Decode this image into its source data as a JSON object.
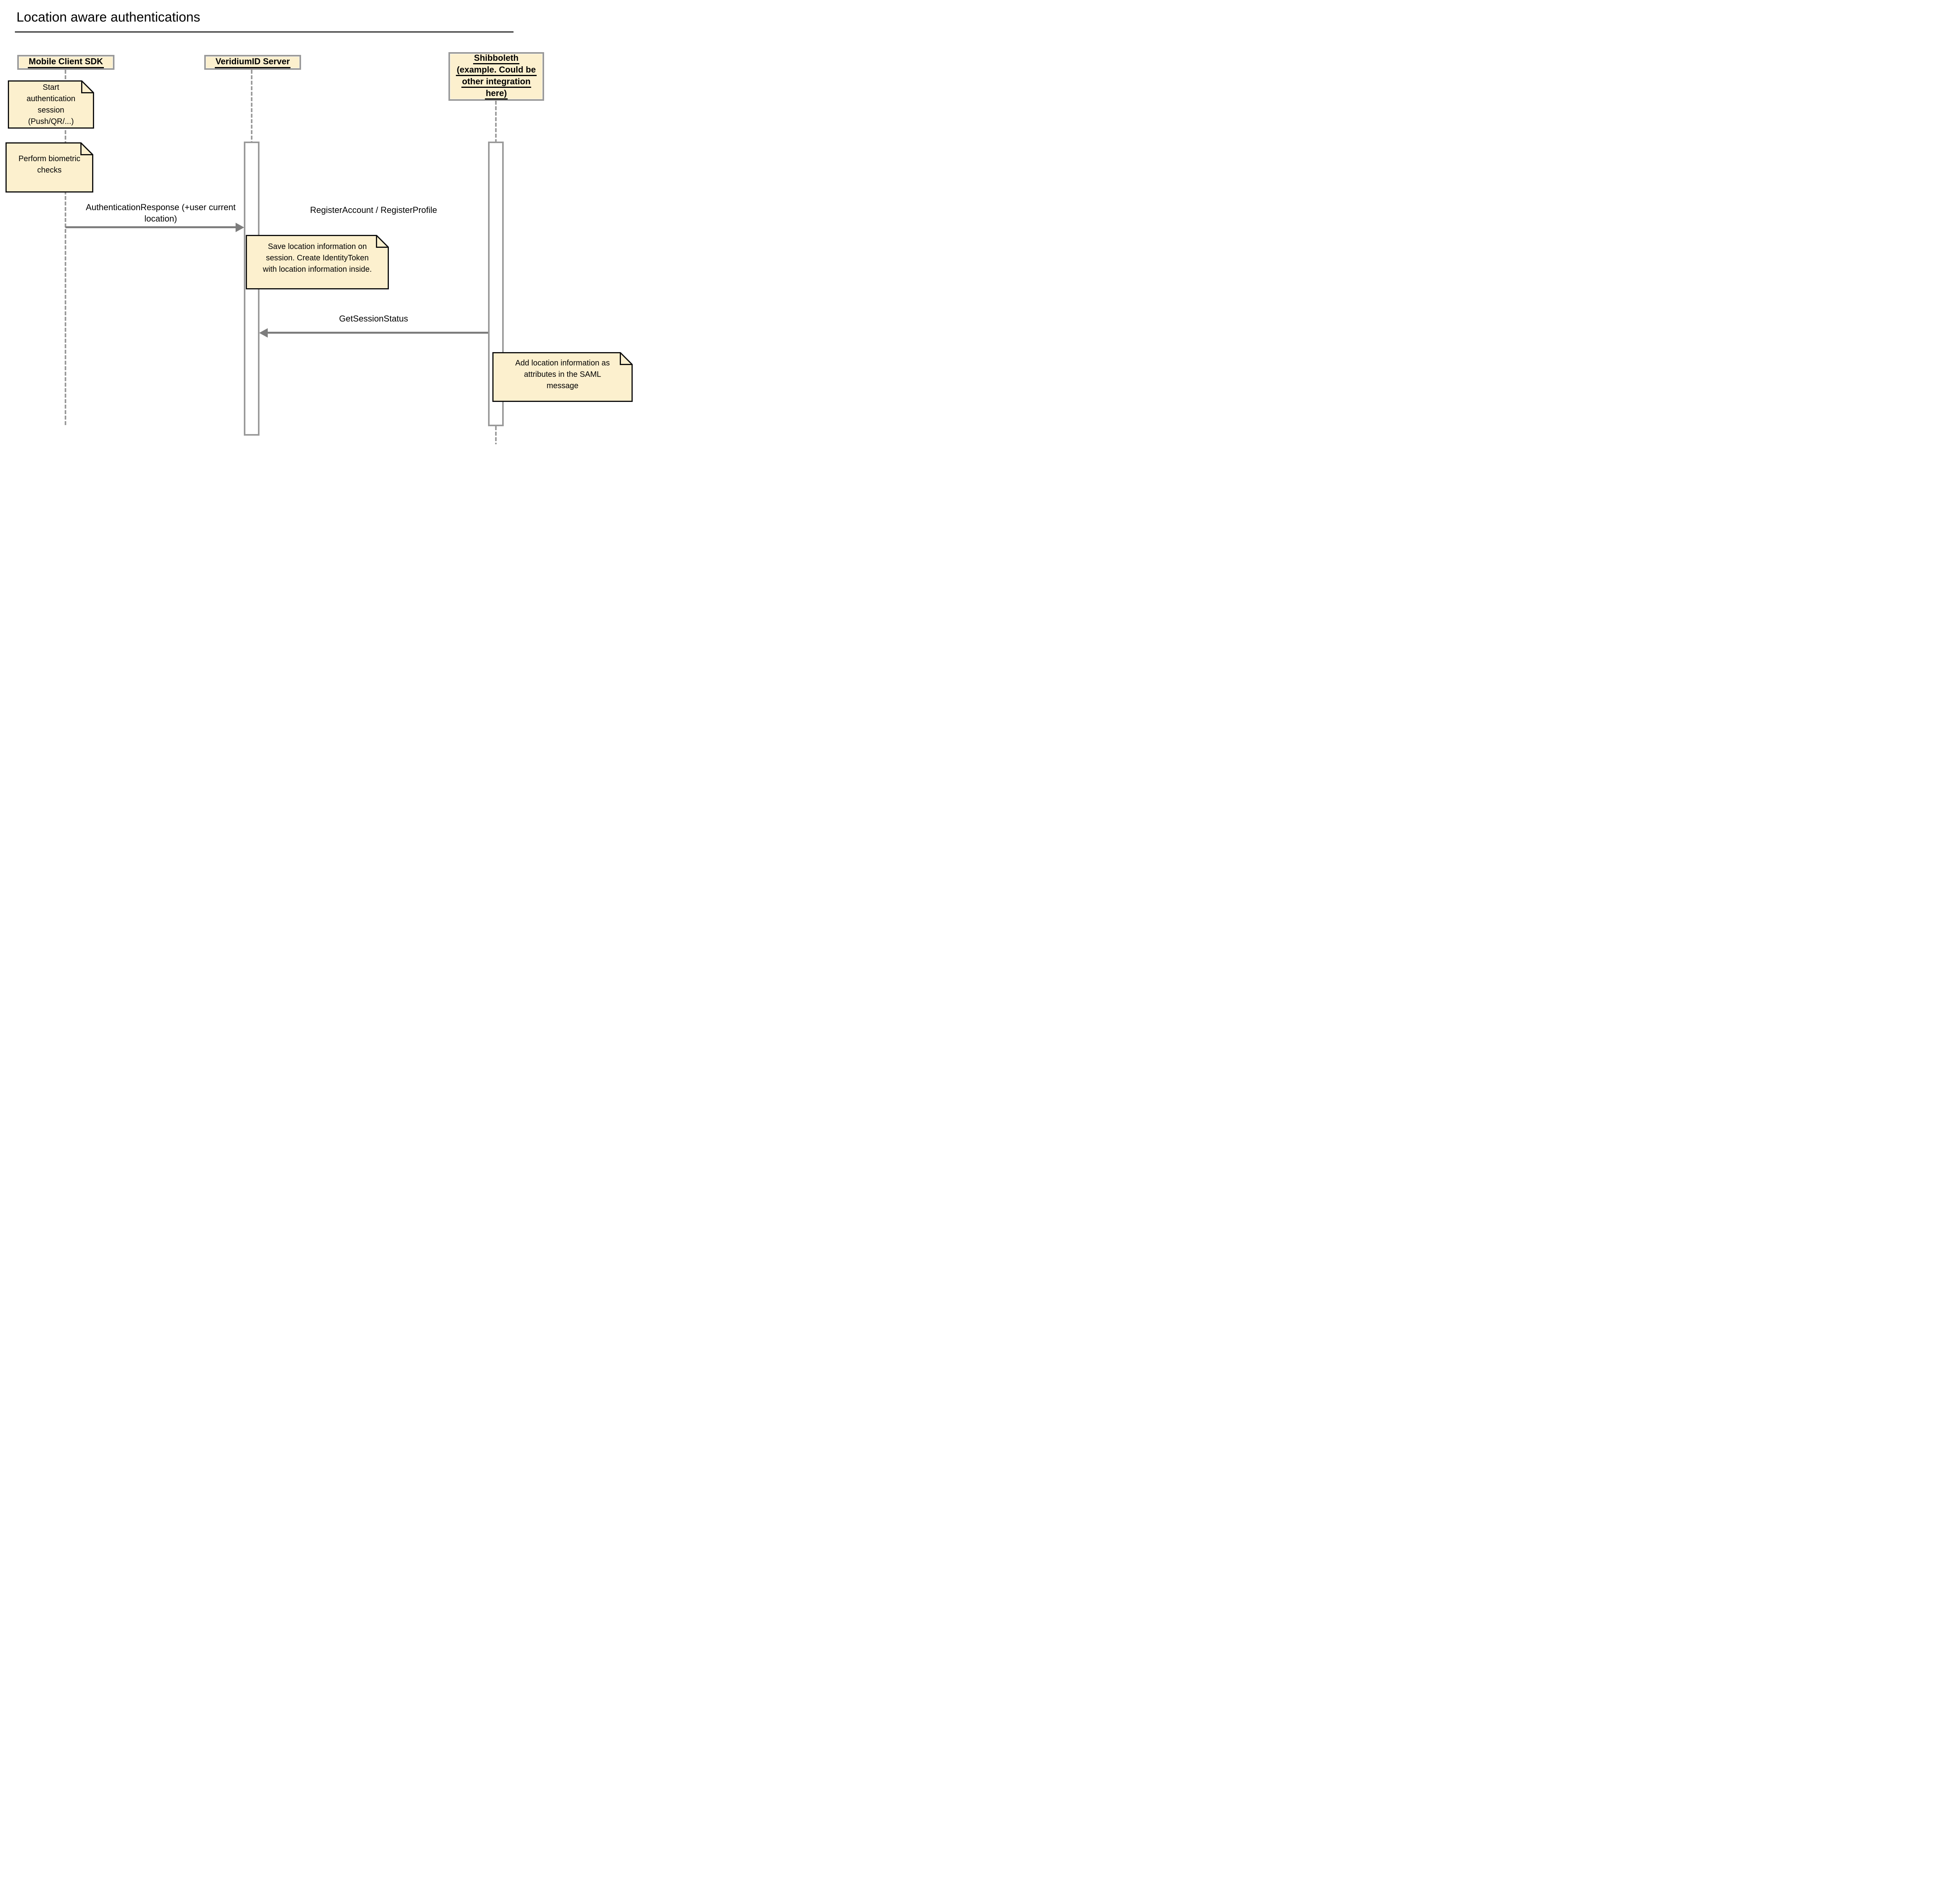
{
  "title": "Location aware authentications",
  "colors": {
    "note_fill": "#FCF0CE",
    "note_border": "#0d0d0d",
    "actor_fill": "#FCF0CE",
    "actor_border": "#999999",
    "lifeline_gray": "#9a9a9a",
    "arrow_gray": "#7d7d7d"
  },
  "actors": [
    {
      "id": "mobile-client-sdk",
      "lines": [
        "Mobile Client SDK"
      ]
    },
    {
      "id": "veridiumid-server",
      "lines": [
        "VeridiumID Server"
      ]
    },
    {
      "id": "shibboleth",
      "lines": [
        "Shibboleth",
        "(example. Could be",
        "other integration",
        "here)"
      ]
    }
  ],
  "notes": [
    {
      "id": "start-authentication",
      "lines": [
        "Start",
        "authentication",
        "session",
        "(Push/QR/...)"
      ]
    },
    {
      "id": "perform-biometric",
      "lines": [
        "Perform biometric",
        "checks"
      ]
    },
    {
      "id": "save-location",
      "lines": [
        "Save location information on",
        "session. Create IdentityToken",
        "with location information inside."
      ]
    },
    {
      "id": "add-location-saml",
      "lines": [
        "Add location information as",
        "attributes in the SAML",
        "message"
      ]
    }
  ],
  "messages": {
    "authentication_response": {
      "lines": [
        "AuthenticationResponse (+user current",
        "location)"
      ]
    },
    "register_account": {
      "label": "RegisterAccount / RegisterProfile"
    },
    "get_session_status": {
      "label": "GetSessionStatus"
    }
  }
}
